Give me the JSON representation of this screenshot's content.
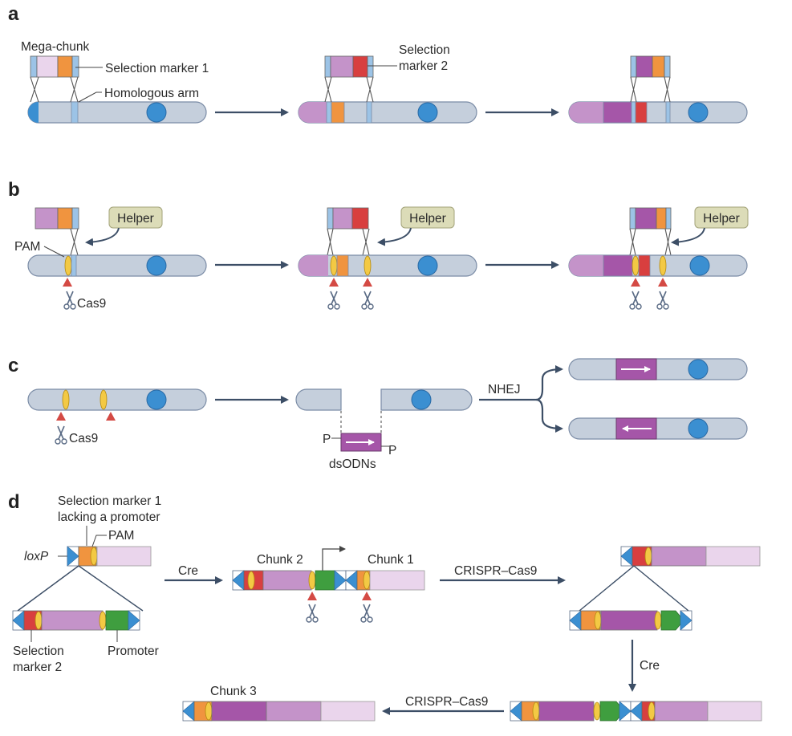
{
  "panels": {
    "a": {
      "label": "a",
      "mega_chunk": "Mega-chunk",
      "selection_marker_1": "Selection marker 1",
      "homologous_arm": "Homologous arm",
      "selection_marker_2_line1": "Selection",
      "selection_marker_2_line2": "marker 2"
    },
    "b": {
      "label": "b",
      "helper": "Helper",
      "pam": "PAM",
      "cas9": "Cas9"
    },
    "c": {
      "label": "c",
      "cas9": "Cas9",
      "nhej": "NHEJ",
      "p_left": "P",
      "p_right": "P",
      "dsodns": "dsODNs"
    },
    "d": {
      "label": "d",
      "selection_marker_1_line1": "Selection marker 1",
      "selection_marker_1_line2": "lacking a promoter",
      "pam": "PAM",
      "loxp": "loxP",
      "selection_marker_2_line1": "Selection",
      "selection_marker_2_line2": "marker 2",
      "promoter": "Promoter",
      "cre_1": "Cre",
      "chunk_2": "Chunk 2",
      "chunk_1": "Chunk 1",
      "crispr_1": "CRISPR–Cas9",
      "cre_2": "Cre",
      "chunk_3": "Chunk 3",
      "crispr_2": "CRISPR–Cas9"
    }
  },
  "colors": {
    "chromosome": "#c5cfdc",
    "chromosome_edge": "#7b8ca6",
    "centromere": "#3b8fd1",
    "homology_arm": "#9cc3e6",
    "marker_orange": "#f0943f",
    "marker_red": "#d83f3f",
    "light_pink": "#ead5ec",
    "medium_purple": "#c493c9",
    "dark_purple": "#a556a8",
    "promoter_green": "#3f9e3f",
    "pam_yellow": "#f3c944",
    "loxp_blue": "#3b8fd1",
    "helper_fill": "#dcdcb8",
    "arrow": "#3c4e66",
    "cut_red": "#d44a44"
  }
}
